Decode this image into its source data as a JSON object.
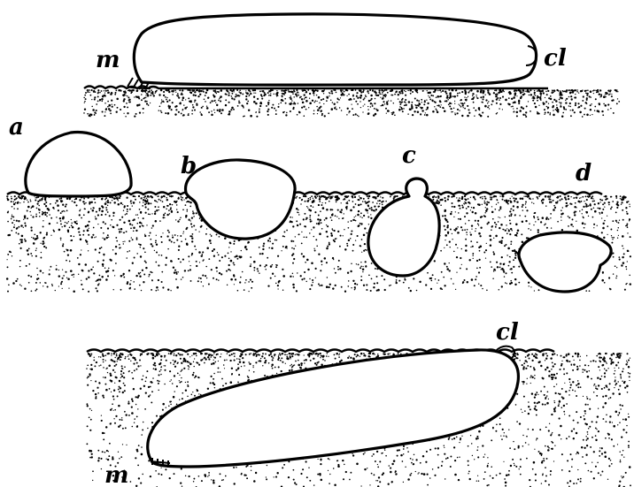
{
  "figure": {
    "panels": [
      {
        "id": "top",
        "labels": {
          "mouth": "m",
          "tail": "cl"
        }
      },
      {
        "id": "middle",
        "labels": {
          "a": "a",
          "b": "b",
          "c": "c",
          "d": "d"
        }
      },
      {
        "id": "bottom",
        "labels": {
          "tail": "cl",
          "mouth": "m"
        }
      }
    ]
  },
  "colors": {
    "ink": "#000000",
    "paper": "#ffffff"
  }
}
